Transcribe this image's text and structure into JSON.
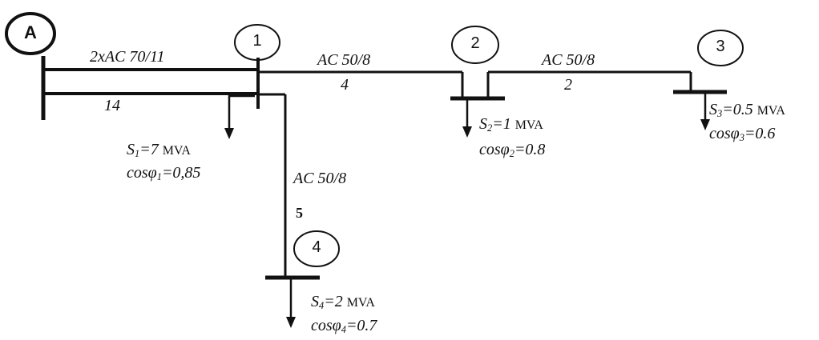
{
  "source_node": {
    "label": "A"
  },
  "nodes": [
    {
      "number": "1"
    },
    {
      "number": "2"
    },
    {
      "number": "3"
    },
    {
      "number": "4"
    }
  ],
  "lines": {
    "a_1_conductor": "2xAC 70/11",
    "a_1_length": "14",
    "l1_2_conductor": "AC 50/8",
    "l1_2_length": "4",
    "l2_3_conductor": "AC 50/8",
    "l2_3_length": "2",
    "l1_4_conductor": "AC 50/8",
    "l1_4_length": "5"
  },
  "loads": {
    "load1": {
      "s_prefix": "S",
      "s_sub": "1",
      "s_value": "=7",
      "unit": "MVA",
      "cos_prefix": "cosφ",
      "cos_sub": "1",
      "cos_value": "=0,85"
    },
    "load2": {
      "s_prefix": "S",
      "s_sub": "2",
      "s_value": "=1",
      "unit": "MVA",
      "cos_prefix": "cosφ",
      "cos_sub": "2",
      "cos_value": "=0.8"
    },
    "load3": {
      "s_prefix": "S",
      "s_sub": "3",
      "s_value": "=0.5",
      "unit": "MVA",
      "cos_prefix": "cosφ",
      "cos_sub": "3",
      "cos_value": "=0.6"
    },
    "load4": {
      "s_prefix": "S",
      "s_sub": "4",
      "s_value": "=2",
      "unit": "MVA",
      "cos_prefix": "cosφ",
      "cos_sub": "4",
      "cos_value": "=0.7"
    }
  }
}
